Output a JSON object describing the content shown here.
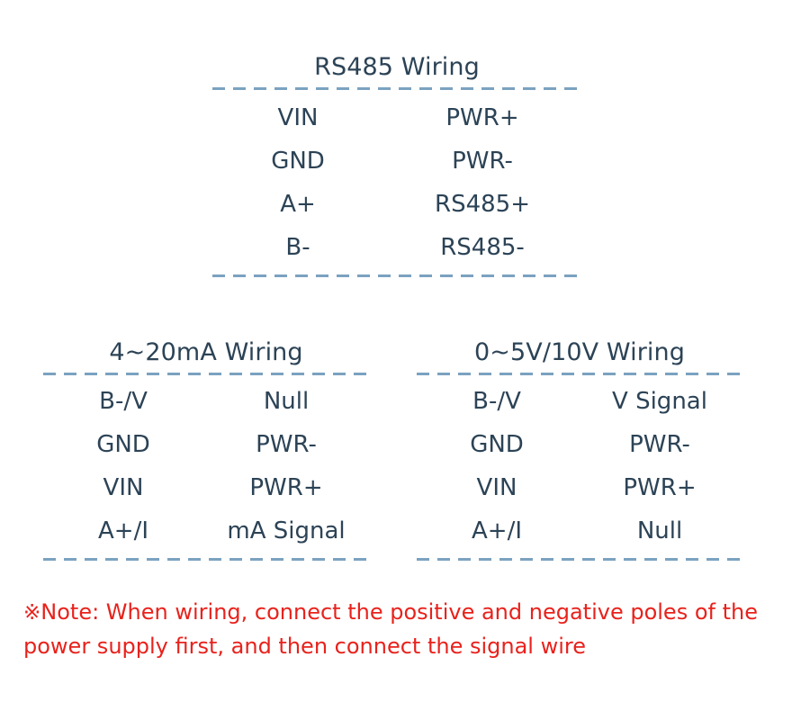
{
  "colors": {
    "text": "#2c4356",
    "rule": "#7ba2c0",
    "note": "#e8221c",
    "background": "#ffffff"
  },
  "tables": {
    "rs485": {
      "title": "RS485 Wiring",
      "rows": [
        {
          "key": "VIN",
          "value": "PWR+"
        },
        {
          "key": "GND",
          "value": "PWR-"
        },
        {
          "key": "A+",
          "value": "RS485+"
        },
        {
          "key": "B-",
          "value": "RS485-"
        }
      ]
    },
    "current": {
      "title": "4~20mA Wiring",
      "rows": [
        {
          "key": "B-/V",
          "value": "Null"
        },
        {
          "key": "GND",
          "value": "PWR-"
        },
        {
          "key": "VIN",
          "value": "PWR+"
        },
        {
          "key": "A+/I",
          "value": "mA Signal"
        }
      ]
    },
    "voltage": {
      "title": "0~5V/10V Wiring",
      "rows": [
        {
          "key": "B-/V",
          "value": "V Signal"
        },
        {
          "key": "GND",
          "value": "PWR-"
        },
        {
          "key": "VIN",
          "value": "PWR+"
        },
        {
          "key": "A+/I",
          "value": "Null"
        }
      ]
    }
  },
  "note": {
    "mark": "※",
    "text": "Note: When wiring, connect the positive and negative poles of the power supply first, and then connect the signal wire"
  }
}
